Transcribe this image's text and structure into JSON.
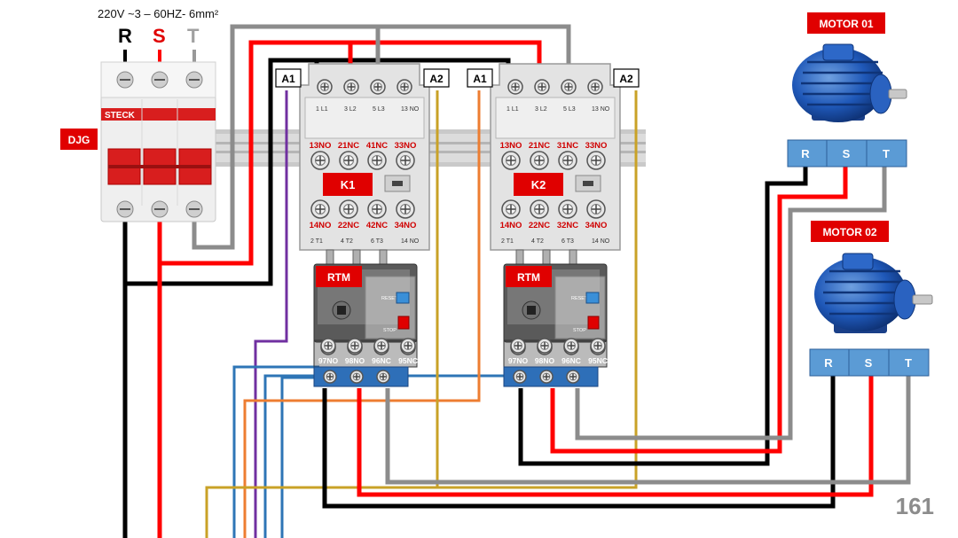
{
  "supply": {
    "spec": "220V ~3 – 60HZ- 6mm²",
    "phases": [
      {
        "label": "R",
        "color": "#000000"
      },
      {
        "label": "S",
        "color": "#e00000"
      },
      {
        "label": "T",
        "color": "#a0a0a0"
      }
    ]
  },
  "breaker": {
    "tag": "DJG",
    "brand": "STECK"
  },
  "contactors": [
    {
      "name": "K1",
      "a1": "A1",
      "a2": "A2",
      "top_contacts": [
        "13NO",
        "21NC",
        "41NC",
        "33NO"
      ],
      "bottom_contacts": [
        "14NO",
        "22NC",
        "42NC",
        "34NO"
      ],
      "top_terms": [
        "1 L1",
        "3 L2",
        "5 L3",
        "13 NO"
      ],
      "bottom_terms": [
        "2 T1",
        "4 T2",
        "6 T3",
        "14 NO"
      ]
    },
    {
      "name": "K2",
      "a1": "A1",
      "a2": "A2",
      "top_contacts": [
        "13NO",
        "21NC",
        "31NC",
        "33NO"
      ],
      "bottom_contacts": [
        "14NO",
        "22NC",
        "32NC",
        "34NO"
      ],
      "top_terms": [
        "1 L1",
        "3 L2",
        "5 L3",
        "13 NO"
      ],
      "bottom_terms": [
        "2 T1",
        "4 T2",
        "6 T3",
        "14 NO"
      ]
    }
  ],
  "relays": [
    {
      "name": "RTM",
      "contacts": [
        "97NO",
        "98NO",
        "96NC",
        "95NC"
      ],
      "buttons": [
        "RESET",
        "STOP"
      ]
    },
    {
      "name": "RTM",
      "contacts": [
        "97NO",
        "98NO",
        "96NC",
        "95NC"
      ],
      "buttons": [
        "RESET",
        "STOP"
      ]
    }
  ],
  "motors": [
    {
      "name": "MOTOR 01",
      "terminals": [
        "R",
        "S",
        "T"
      ]
    },
    {
      "name": "MOTOR 02",
      "terminals": [
        "R",
        "S",
        "T"
      ]
    }
  ],
  "page_number": "161",
  "colors": {
    "label_red": "#e00000",
    "terminal_blue": "#5b9bd5",
    "wire_black": "#000000",
    "wire_red": "#ff0000",
    "wire_gray": "#8c8c8c",
    "wire_purple": "#7030a0",
    "wire_blue": "#2e75b6",
    "wire_orange": "#ed7d31",
    "wire_gold": "#c9a227"
  }
}
